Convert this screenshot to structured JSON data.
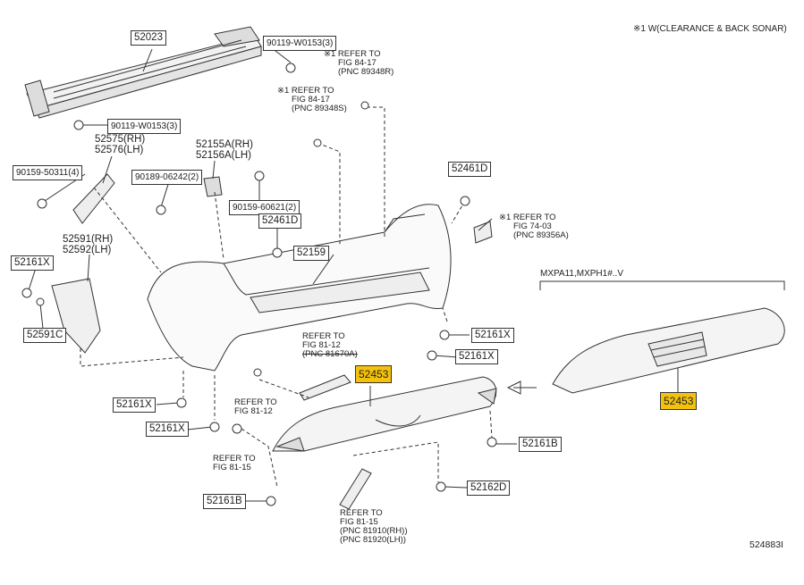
{
  "note_top": "※1 W(CLEARANCE & BACK SONAR)",
  "variant_label": "MXPA11,MXPH1#..V",
  "diagram_id": "524883I",
  "parts": {
    "p52023": "52023",
    "p90119_a": "90119-W0153(3)",
    "p90119_b": "90119-W0153(3)",
    "p52575": "52575(RH)",
    "p52576": "52576(LH)",
    "p90159_a": "90159-50311(4)",
    "p52155a": "52155A(RH)",
    "p52156a": "52156A(LH)",
    "p90189": "90189-06242(2)",
    "p90159_b": "90159-60621(2)",
    "p52461d_a": "52461D",
    "p52461d_b": "52461D",
    "p52161x_left": "52161X",
    "p52591": "52591(RH)",
    "p52592": "52592(LH)",
    "p52591c": "52591C",
    "p52159": "52159",
    "p52161x_r1": "52161X",
    "p52161x_r2": "52161X",
    "p52161x_b1": "52161X",
    "p52161x_b2": "52161X",
    "p52453_main": "52453",
    "p52453_alt": "52453",
    "p52161b_r": "52161B",
    "p52161b_l": "52161B",
    "p52162d": "52162D"
  },
  "refs": {
    "r1": [
      "※1 REFER TO",
      "FIG 84-17",
      "(PNC 89348R)"
    ],
    "r2": [
      "※1 REFER TO",
      "FIG 84-17",
      "(PNC 89348S)"
    ],
    "r3": [
      "※1 REFER TO",
      "FIG 74-03",
      "(PNC 89356A)"
    ],
    "r4": [
      "REFER TO",
      "FIG 81-12",
      "(PNC 81670A)"
    ],
    "r5": [
      "REFER TO",
      "FIG 81-12"
    ],
    "r6": [
      "REFER TO",
      "FIG 81-15"
    ],
    "r7": [
      "REFER TO",
      "FIG 81-15",
      "(PNC 81910(RH))",
      "(PNC 81920(LH))"
    ]
  },
  "colors": {
    "highlight": "#f4c20d",
    "line": "#333333"
  }
}
